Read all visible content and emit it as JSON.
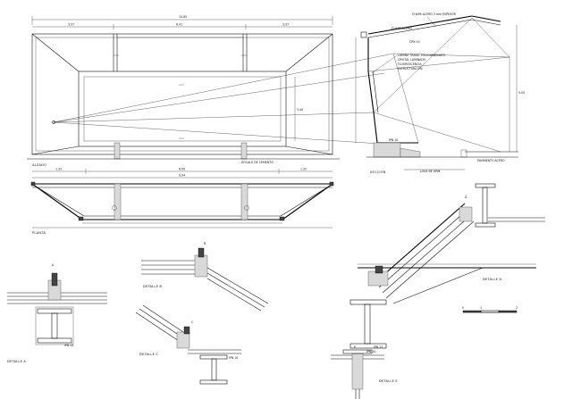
{
  "views": {
    "alzado": "ALZADO",
    "planta": "PLANTA",
    "seccion": "SECCION",
    "detalle_a": "DETALLE A",
    "detalle_b": "DETALLE B",
    "detalle_c": "DETALLE C",
    "detalle_d": "DETALLE D",
    "detalle_e": "DETALLE E"
  },
  "callouts": {
    "a": "A",
    "b": "B",
    "c": "C",
    "d": "D",
    "e": "E"
  },
  "dimensions": {
    "overall": "15.85",
    "seg_left": "3.37",
    "seg_mid": "6.41",
    "seg_right": "3.37",
    "plan_left": "1.32",
    "plan_mid": "6.50",
    "plan_right": "1.32",
    "plan_total": "9.94",
    "height": "3.40",
    "section_height": "5.00"
  },
  "notes": {
    "zocalo": "ZOCALO DE CEMENTO",
    "chapa": "CHAPA ACERO 3 mm ESPESOR",
    "vidrio": "LAMINA TRANS. POLICARBONATO",
    "lamina": "CRISTAL LAMINADO",
    "fluorescencia": "FLUORESCENCIA",
    "estructura": "ESTRUCTURA IPN",
    "ipn_a": "IPN 10",
    "ipn_b": "IPN 12",
    "ipn_c": "IPN 10",
    "perfil": "CPN 10",
    "remate": "CHAPA ACERO",
    "pavimento": "PAVIMENTO ACERO",
    "losa": "LOSA DE HRM.",
    "ipn_d": "IPN 12",
    "ipn_e": "IPN 10"
  },
  "scale": {
    "marks": [
      "0",
      "1",
      "2"
    ]
  }
}
